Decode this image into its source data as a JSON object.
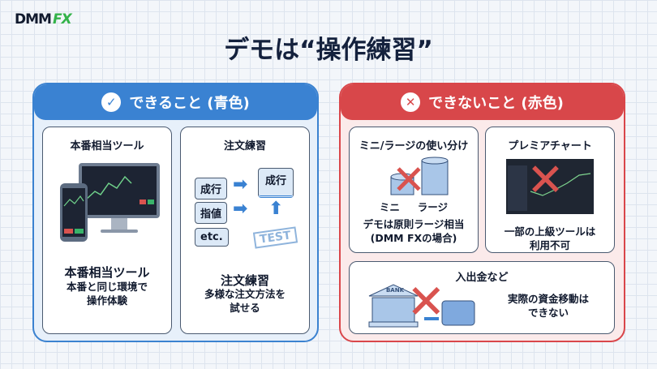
{
  "logo": {
    "dmm": "DMM",
    "fx": "FX"
  },
  "title": "デモは“操作練習”",
  "can": {
    "header": "できること (青色)",
    "icon": "check-circle-icon",
    "color": "#3a82d2",
    "tool": {
      "title": "本番相当ツール",
      "heading": "本番相当ツール",
      "desc1": "本番と同じ環境で",
      "desc2": "操作体験"
    },
    "order": {
      "title": "注文練習",
      "box1": "成行",
      "box2": "指値",
      "box3": "etc.",
      "result": "成行",
      "stamp": "TEST",
      "heading": "注文練習",
      "desc1": "多様な注文方法を",
      "desc2": "試せる"
    }
  },
  "cannot": {
    "header": "できないこと (赤色)",
    "icon": "x-circle-icon",
    "color": "#d8474a",
    "size": {
      "title": "ミニ/ラージの使い分け",
      "mini": "ミニ",
      "large": "ラージ",
      "desc1": "デモは原則ラージ相当",
      "desc2": "(DMM FXの場合)"
    },
    "premium": {
      "title": "プレミアチャート",
      "desc1": "一部の上級ツールは",
      "desc2": "利用不可"
    },
    "funds": {
      "title": "入出金など",
      "bank": "BANK",
      "desc1": "実際の資金移動は",
      "desc2": "できない"
    }
  }
}
